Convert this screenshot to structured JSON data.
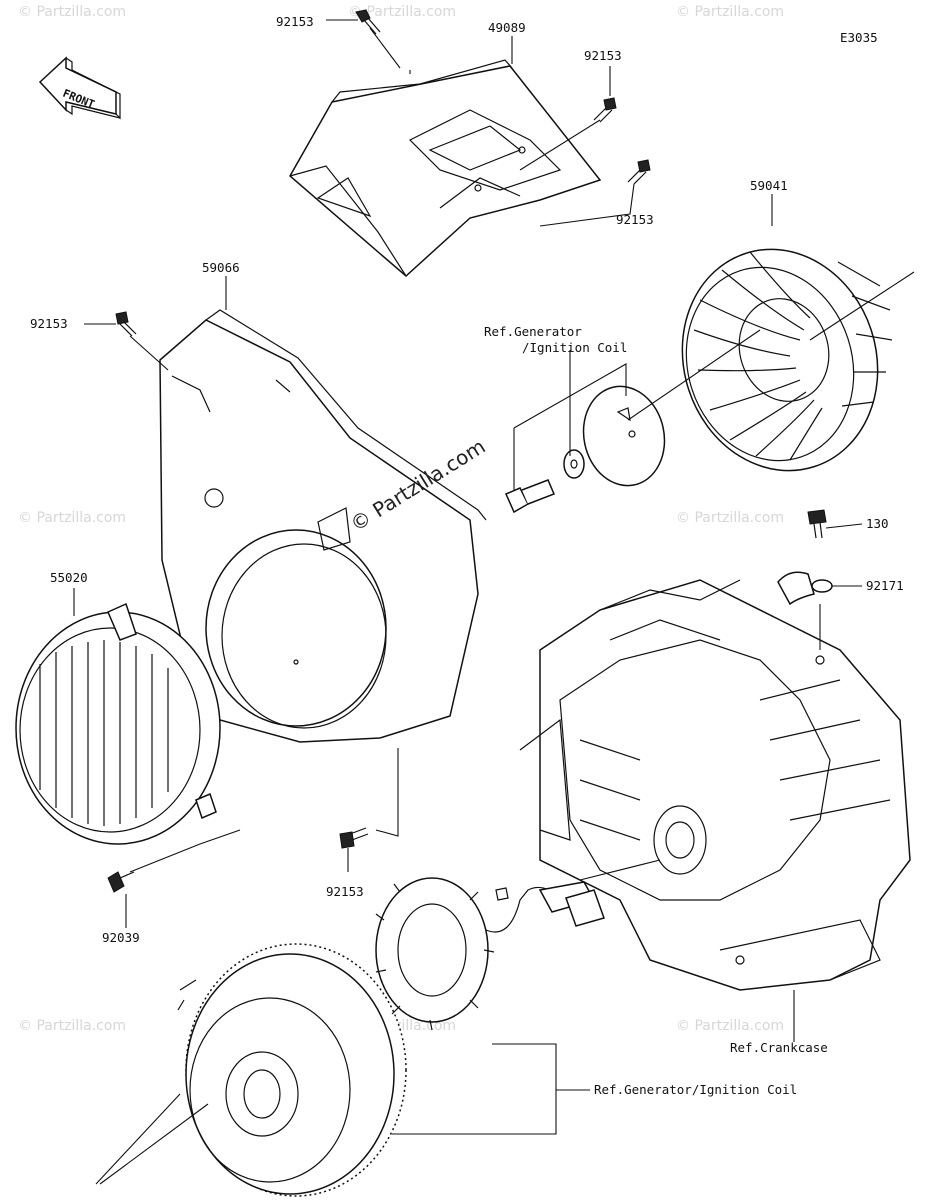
{
  "diagram_code": "E3035",
  "front_label": "FRONT",
  "watermark_main": "© Partzilla.com",
  "watermark_faint": "© Partzilla.com",
  "part_labels": {
    "p92153_top": "92153",
    "p49089": "49089",
    "p92153_right_a": "92153",
    "p92153_right_b": "92153",
    "p59041": "59041",
    "p59066": "59066",
    "p92153_left": "92153",
    "ref_gen_line1": "Ref.Generator",
    "ref_gen_line2": "/Ignition Coil",
    "p130": "130",
    "p92171": "92171",
    "p55020": "55020",
    "p92153_bottom": "92153",
    "p92039": "92039",
    "ref_crankcase": "Ref.Crankcase",
    "ref_gen_bottom": "Ref.Generator/Ignition Coil"
  }
}
